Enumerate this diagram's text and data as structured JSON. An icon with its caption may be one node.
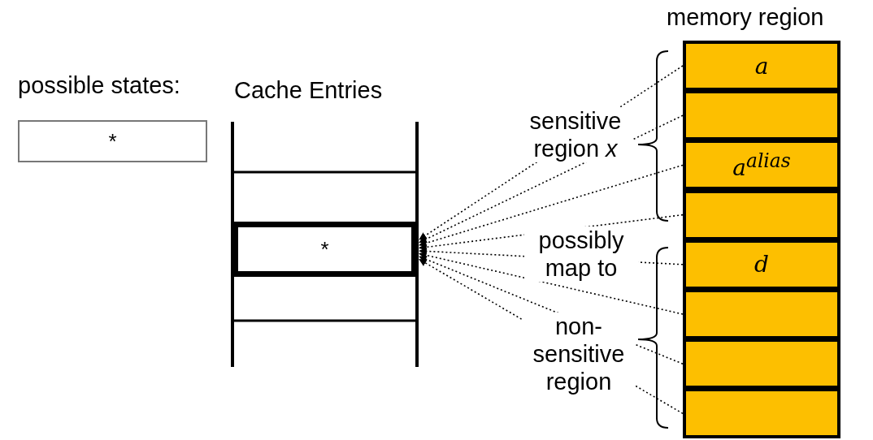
{
  "diagram": {
    "nodes": [
      {
        "text": [
          "*"
        ]
      },
      {
        "text": [
          "*"
        ]
      },
      {
        "text": [
          "a"
        ]
      },
      {
        "text": [],
        "shape": "box"
      },
      {
        "text": [
          "a$^{alias}$"
        ]
      },
      {
        "text": [],
        "shape": "box"
      },
      {
        "text": [
          "d"
        ]
      },
      {
        "text": [],
        "shape": "box"
      },
      {
        "text": [],
        "shape": "box"
      },
      {
        "text": [],
        "shape": "box"
      }
    ],
    "edges": [
      {
        "from": 2,
        "to": 1,
        "arrow": "to",
        "style": "dashed"
      },
      {
        "from": 3,
        "to": 1,
        "arrow": "to",
        "style": "dashed"
      },
      {
        "from": 4,
        "to": 1,
        "arrow": "to",
        "style": "dashed"
      },
      {
        "from": 5,
        "to": 1,
        "arrow": "to",
        "style": "dashed"
      },
      {
        "from": 6,
        "to": 1,
        "arrow": "to",
        "style": "dashed"
      },
      {
        "from": 7,
        "to": 1,
        "arrow": "to",
        "style": "dashed"
      },
      {
        "from": 8,
        "to": 1,
        "arrow": "to",
        "style": "dashed"
      },
      {
        "from": 9,
        "to": 1,
        "arrow": "to",
        "style": "dashed"
      }
    ],
    "labels": [
      "memory region",
      "possible states:",
      "Cache Entries",
      "sensitive region *x*",
      "possibly map to",
      "non- sensitive region"
    ]
  }
}
